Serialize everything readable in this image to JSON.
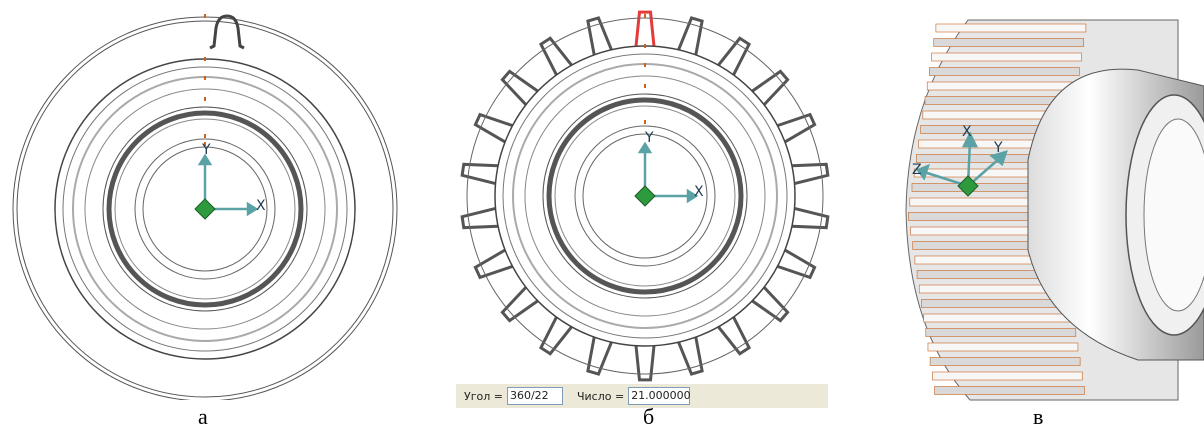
{
  "panels": [
    {
      "caption": "а"
    },
    {
      "caption": "б"
    },
    {
      "caption": "в"
    }
  ],
  "axes": {
    "x": "X",
    "y": "Y",
    "z": "Z"
  },
  "parameters": {
    "angle_label": "Угол =",
    "angle_value": "360/22",
    "count_label": "Число =",
    "count_value": "21.000000"
  },
  "colors": {
    "highlight_tooth": "#e53b3b",
    "axis": "#5aa2a6",
    "origin": "#2e9a3e",
    "edge_orange": "#c8641e"
  },
  "icons": [
    "origin-marker-icon",
    "tooth-profile-icon"
  ]
}
